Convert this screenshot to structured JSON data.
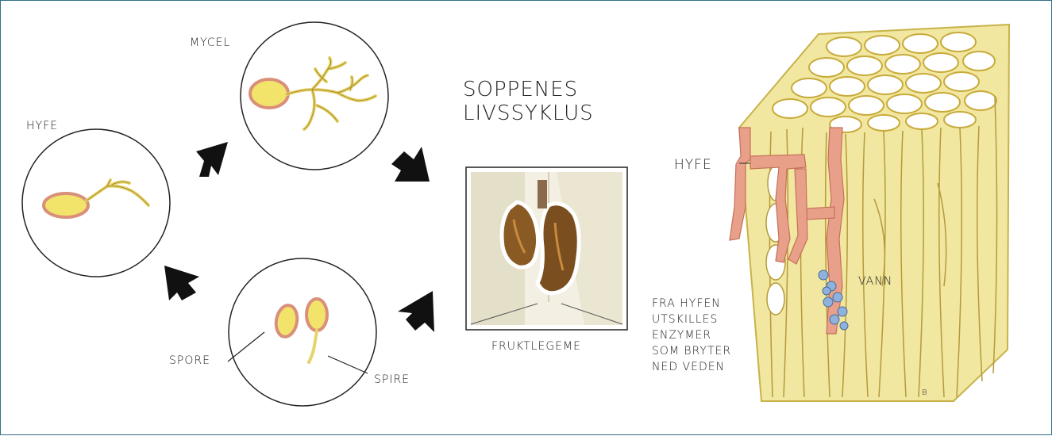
{
  "title": {
    "line1": "SOPPENES",
    "line2": "LIVSSYKLUS"
  },
  "labels": {
    "hyfe_circle": "HYFE",
    "mycel": "MYCEL",
    "spore": "SPORE",
    "spire": "SPIRE",
    "fruktlegeme": "FRUKTLEGEME",
    "hyfe_wood": "HYFE",
    "vann": "VANN",
    "enzymes": [
      "FRA HYFEN",
      "UTSKILLES",
      "ENZYMER",
      "SOM BRYTER",
      "NED VEDEN"
    ],
    "signature": "B"
  },
  "colors": {
    "frame": "#2f6f86",
    "spore_fill": "#f2e36a",
    "spore_rim": "#d99a7a",
    "hyphae": "#efe07a",
    "hyfe_red": "#e9a08a",
    "wood": "#f1e7a0",
    "wood_line": "#b59a3a",
    "fruit_body": "#8a5a24",
    "water": "#8fb2dc",
    "arrow": "#111111"
  }
}
